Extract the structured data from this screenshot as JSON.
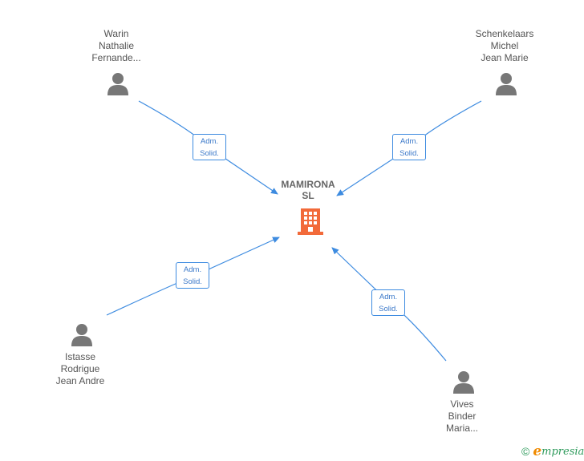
{
  "company": {
    "name_line1": "MAMIRONA",
    "name_line2": "SL",
    "icon": "building-icon",
    "icon_color": "#f26a3a"
  },
  "persons": [
    {
      "id": "warin",
      "lines": [
        "Warin",
        "Nathalie",
        "Fernande..."
      ],
      "role": [
        "Adm.",
        "Solid."
      ]
    },
    {
      "id": "schenkelaars",
      "lines": [
        "Schenkelaars",
        "Michel",
        "Jean Marie"
      ],
      "role": [
        "Adm.",
        "Solid."
      ]
    },
    {
      "id": "istasse",
      "lines": [
        "Istasse",
        "Rodrigue",
        "Jean Andre"
      ],
      "role": [
        "Adm.",
        "Solid."
      ]
    },
    {
      "id": "vives",
      "lines": [
        "Vives",
        "Binder",
        "Maria..."
      ],
      "role": [
        "Adm.",
        "Solid."
      ]
    }
  ],
  "colors": {
    "edge": "#3d8be0",
    "person_icon": "#777777",
    "label_text": "#555555"
  },
  "brand": {
    "copyright_symbol": "©",
    "initial": "e",
    "rest": "mpresia"
  }
}
